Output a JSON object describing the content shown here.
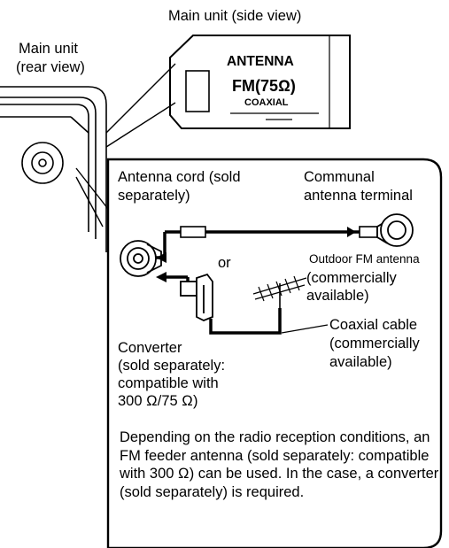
{
  "labels": {
    "side_view": "Main unit (side view)",
    "rear_view_1": "Main unit",
    "rear_view_2": "(rear view)",
    "jack_antenna": "ANTENNA",
    "jack_fm": "FM(75Ω)",
    "jack_coaxial": "COAXIAL",
    "cord_1": "Antenna cord (sold",
    "cord_2": "separately)",
    "communal_1": "Communal",
    "communal_2": "antenna terminal",
    "or": "or",
    "outdoor_1": "Outdoor FM antenna",
    "outdoor_2": "(commercially",
    "outdoor_3": "available)",
    "coax_1": "Coaxial cable",
    "coax_2": "(commercially",
    "coax_3": "available)",
    "converter_1": "Converter",
    "converter_2": "(sold separately:",
    "converter_3": "compatible with",
    "converter_4": "300 Ω/75 Ω)"
  },
  "note": "Depending on the radio reception conditions, an FM feeder antenna (sold separately: compatible with 300 Ω) can be used. In the case, a converter (sold separately) is required."
}
